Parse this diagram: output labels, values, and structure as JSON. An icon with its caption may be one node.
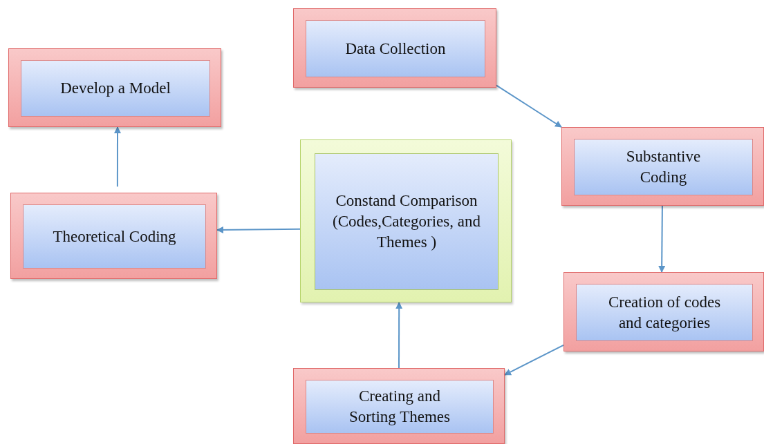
{
  "diagram": {
    "nodes": [
      {
        "text": [
          "Data Collection"
        ]
      },
      {
        "text": [
          "Develop a Model"
        ]
      },
      {
        "text": [
          "Substantive Coding"
        ]
      },
      {
        "text": [
          "Constand Comparison (Codes,Categories, and Themes )"
        ]
      },
      {
        "text": [
          "Theoretical Coding"
        ]
      },
      {
        "text": [
          "Creation of codes and categories"
        ]
      },
      {
        "text": [
          "Creating and Sorting Themes"
        ]
      }
    ],
    "edges": [
      {
        "from": 0,
        "to": 2,
        "arrow": "to"
      },
      {
        "from": 2,
        "to": 5,
        "arrow": "to"
      },
      {
        "from": 5,
        "to": 6,
        "arrow": "to"
      },
      {
        "from": 6,
        "to": 3,
        "arrow": "to"
      },
      {
        "from": 3,
        "to": 4,
        "arrow": "to"
      },
      {
        "from": 4,
        "to": 1,
        "arrow": "to"
      }
    ]
  }
}
